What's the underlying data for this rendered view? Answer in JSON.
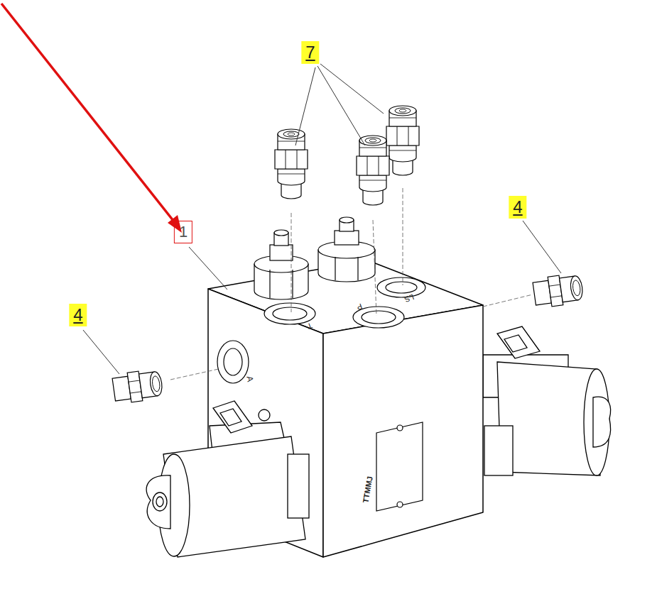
{
  "diagram": {
    "labels": [
      "7",
      "4",
      "1",
      "4",
      "T",
      "P",
      "LS",
      "A",
      "TTMMJ"
    ]
  }
}
